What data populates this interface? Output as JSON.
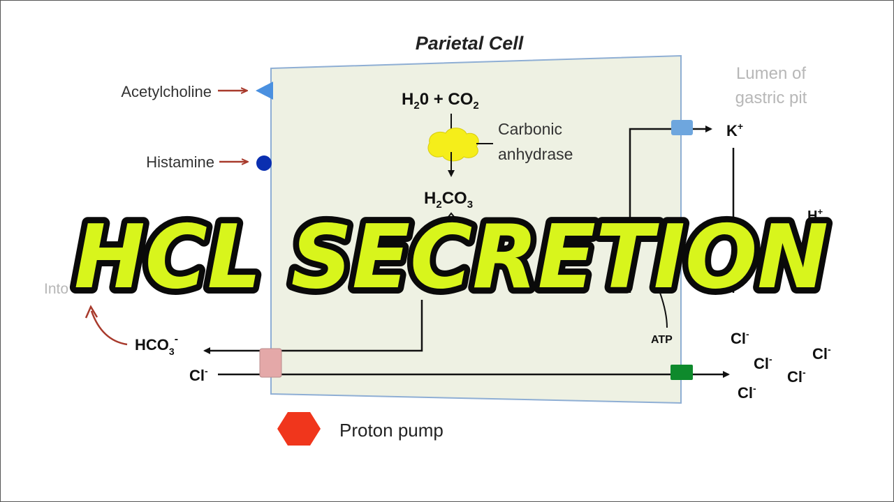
{
  "diagram": {
    "title": "Parietal Cell",
    "signals": {
      "acetylcholine": "Acetylcholine",
      "histamine": "Histamine"
    },
    "lumen": {
      "line1": "Lumen of",
      "line2": "gastric pit"
    },
    "reaction": {
      "reactants": {
        "h": "H",
        "sub2a": "2",
        "mid": "0 + CO",
        "sub2b": "2"
      },
      "enzyme": {
        "line1": "Carbonic",
        "line2": "anhydrase"
      },
      "product": {
        "h": "H",
        "sub2": "2",
        "co": "CO",
        "sub3": "3"
      }
    },
    "ions": {
      "k": "K",
      "k_sup": "+",
      "h": "H",
      "h_sup": "+",
      "hco3": "HCO",
      "hco3_sub": "3",
      "hco3_sup": "-",
      "cl": "Cl",
      "cl_sup": "-",
      "atp": "ATP"
    },
    "into_text": "Into",
    "legend": {
      "proton_pump": "Proton pump"
    },
    "colors": {
      "cell_fill": "#eef1e3",
      "cell_border": "#8eaed4",
      "red_arrow": "#a83a2c",
      "acetylcholine_receptor": "#4a90e0",
      "histamine_receptor": "#0a2fb0",
      "enzyme_cloud": "#f5ee1a",
      "k_channel": "#6ea6de",
      "exchanger": "#e4a8a8",
      "cl_channel": "#0e8a2c",
      "proton_pump": "#f0361c"
    }
  },
  "overlay_title": "HCL SECRETION",
  "overlay_colors": {
    "fill": "#d8f51c",
    "stroke": "#0a0a0a"
  }
}
